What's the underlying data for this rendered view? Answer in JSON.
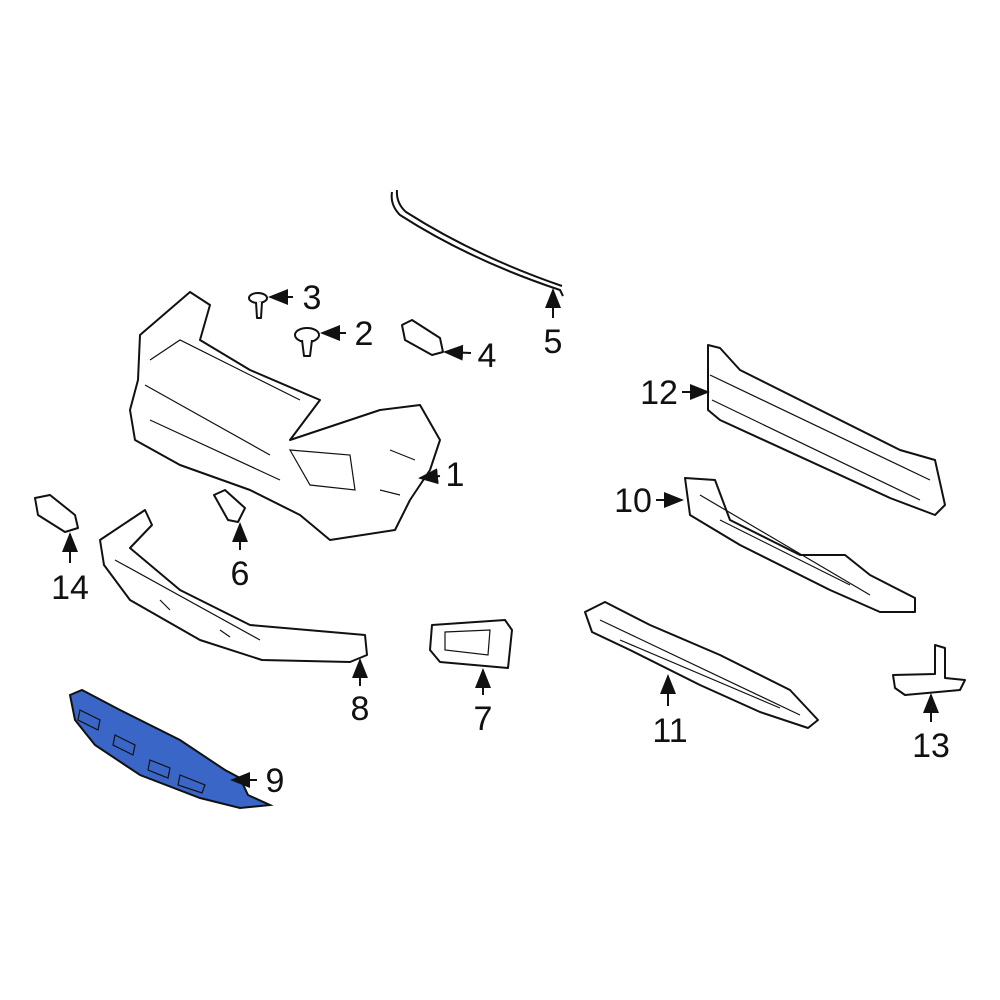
{
  "highlight_color": "#3a66c8",
  "highlighted_part": "9",
  "callouts": [
    {
      "id": "1",
      "label": "1"
    },
    {
      "id": "2",
      "label": "2"
    },
    {
      "id": "3",
      "label": "3"
    },
    {
      "id": "4",
      "label": "4"
    },
    {
      "id": "5",
      "label": "5"
    },
    {
      "id": "6",
      "label": "6"
    },
    {
      "id": "7",
      "label": "7"
    },
    {
      "id": "8",
      "label": "8"
    },
    {
      "id": "9",
      "label": "9"
    },
    {
      "id": "10",
      "label": "10"
    },
    {
      "id": "11",
      "label": "11"
    },
    {
      "id": "12",
      "label": "12"
    },
    {
      "id": "13",
      "label": "13"
    },
    {
      "id": "14",
      "label": "14"
    }
  ]
}
